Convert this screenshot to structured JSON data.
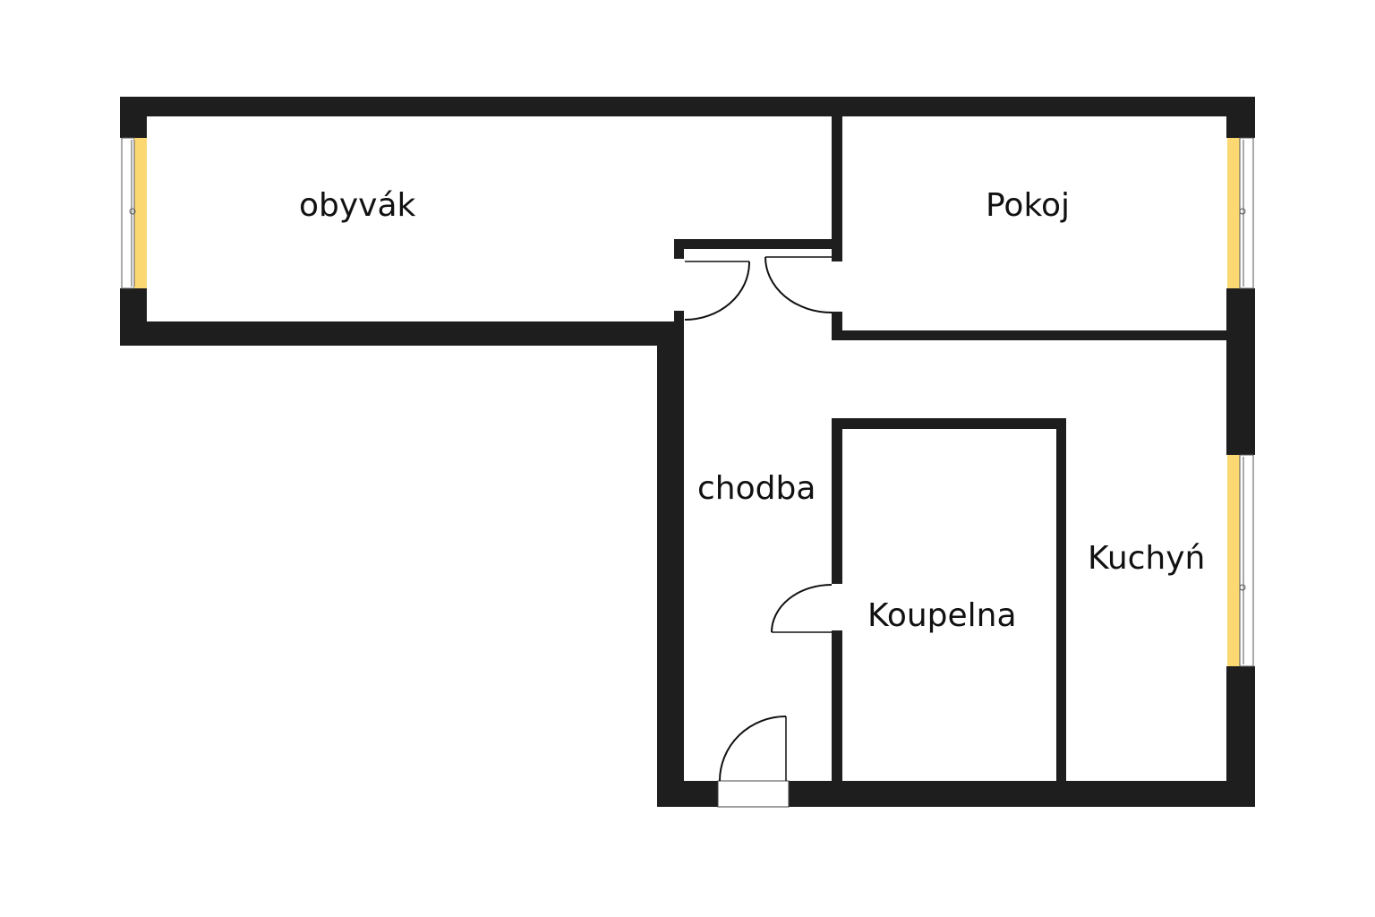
{
  "plan": {
    "colors": {
      "wall": "#1e1e1e",
      "window_sill": "#fcd873",
      "background": "#ffffff"
    },
    "rooms": [
      {
        "id": "obyvak",
        "label": "obyvák"
      },
      {
        "id": "pokoj",
        "label": "Pokoj"
      },
      {
        "id": "chodba",
        "label": "chodba"
      },
      {
        "id": "koupelna",
        "label": "Koupelna"
      },
      {
        "id": "kuchyn",
        "label": "Kuchyń"
      }
    ],
    "windows": [
      {
        "id": "window-obyvak",
        "wall": "left"
      },
      {
        "id": "window-pokoj",
        "wall": "right"
      },
      {
        "id": "window-kuchyn",
        "wall": "right"
      }
    ],
    "doors": [
      {
        "id": "door-obyvak"
      },
      {
        "id": "door-pokoj"
      },
      {
        "id": "door-koupelna"
      },
      {
        "id": "door-entrance"
      }
    ]
  }
}
